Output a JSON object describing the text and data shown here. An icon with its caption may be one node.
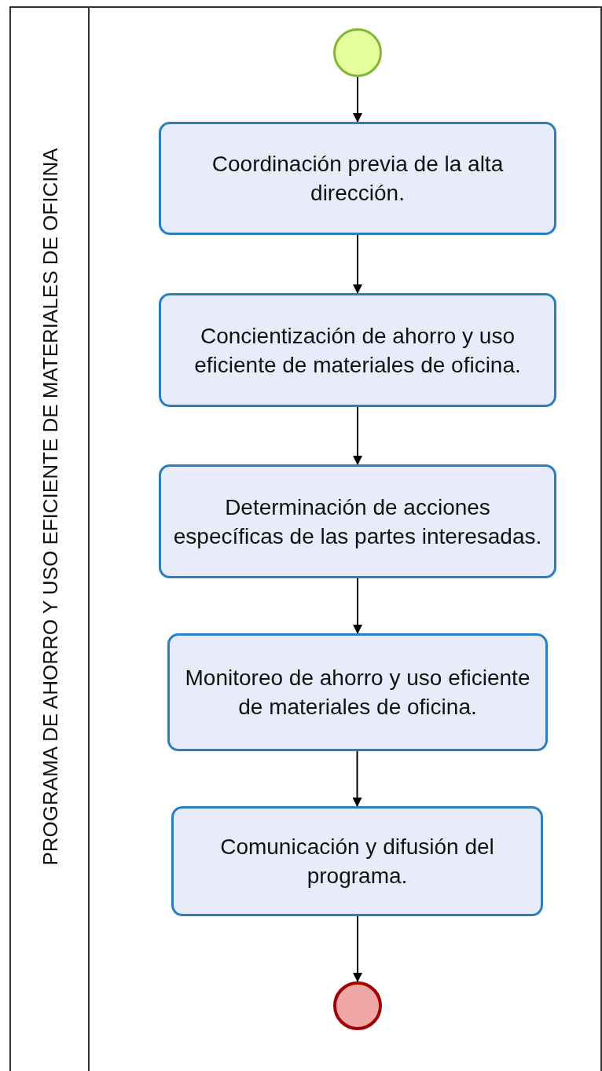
{
  "diagram": {
    "nodes": [
      {
        "text": [
          "PROGRAMA DE AHORRO Y USO EFICIENTE DE MATERIALES DE OFICINA"
        ]
      },
      {
        "text": [],
        "shape": "circle",
        "in": 0
      },
      {
        "text": [
          "Coordinación previa de la alta dirección."
        ],
        "in": 0
      },
      {
        "text": [
          "Concientización de ahorro y uso eficiente de materiales de oficina."
        ],
        "in": 0
      },
      {
        "text": [
          "Determinación de acciones específicas de las partes interesadas."
        ],
        "in": 0
      },
      {
        "text": [
          "Monitoreo de ahorro y uso eficiente de materiales de oficina."
        ],
        "in": 0
      },
      {
        "text": [
          "Comunicación y difusión del programa."
        ],
        "in": 0
      },
      {
        "text": [],
        "shape": "circle",
        "in": 0
      }
    ],
    "edges": [
      {
        "from": 1,
        "to": 2,
        "arrow": "to"
      },
      {
        "from": 2,
        "to": 3,
        "arrow": "to"
      },
      {
        "from": 3,
        "to": 4,
        "arrow": "to"
      },
      {
        "from": 4,
        "to": 5,
        "arrow": "to"
      },
      {
        "from": 5,
        "to": 6,
        "arrow": "to"
      },
      {
        "from": 6,
        "to": 7,
        "arrow": "to"
      }
    ]
  }
}
